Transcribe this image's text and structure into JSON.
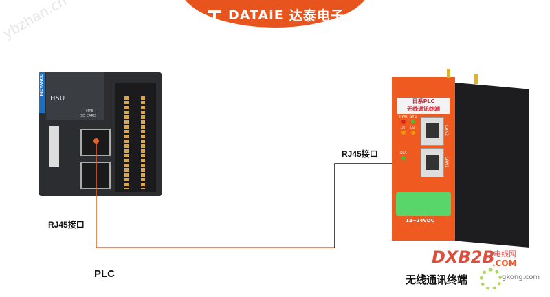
{
  "header": {
    "brand_latin": "DATAiE",
    "brand_cn": "达泰电子",
    "color": "#e8541e"
  },
  "plc": {
    "model": "H5U",
    "brand": "INOVANCE",
    "port_labels": [
      "MPE",
      "SD CARD"
    ],
    "caption": "PLC"
  },
  "terminal": {
    "title_line1": "日系PLC",
    "title_line2": "无线通讯终端",
    "leds": [
      "PWR",
      "SYS",
      "D1",
      "D2",
      "SLA"
    ],
    "ports": [
      "LAN2",
      "LAN1"
    ],
    "power": "12~24VDC",
    "caption": "无线通讯终端",
    "color": "#ee5a1f"
  },
  "labels": {
    "rj45_left": "RJ45接口",
    "rj45_right": "RJ45接口"
  },
  "watermarks": {
    "site1": "ybzhan.cn",
    "site2": "DXB2B",
    "site3": "电线网",
    "site4": ".COM",
    "site5": "gkong.com"
  },
  "wire_colors": {
    "plc_side": "#e8602a",
    "terminal_side": "#111111"
  }
}
